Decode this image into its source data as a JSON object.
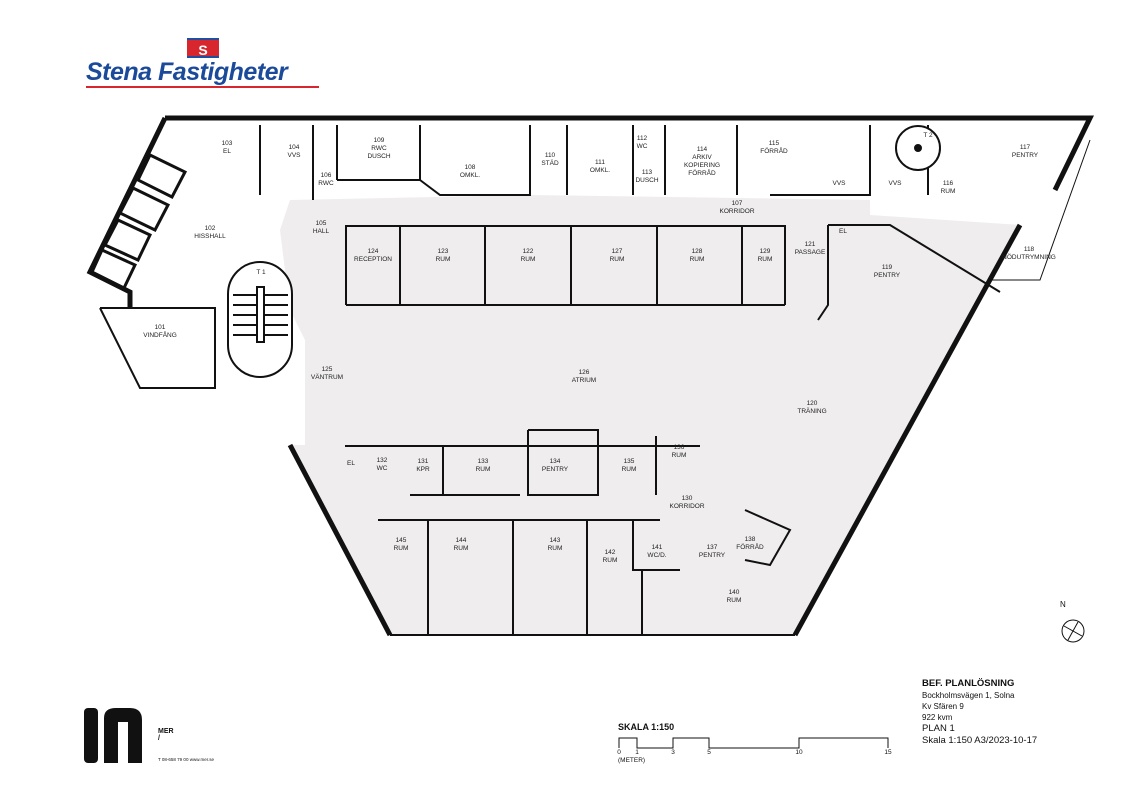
{
  "brand": {
    "flag_letter": "S",
    "name": "Stena Fastigheter",
    "color": "#1c4a9a",
    "accent": "#d8262e"
  },
  "rooms": [
    {
      "num": "101",
      "name": "VINDFÅNG"
    },
    {
      "num": "102",
      "name": "HISSHALL"
    },
    {
      "num": "103",
      "name": "EL"
    },
    {
      "num": "104",
      "name": "VVS"
    },
    {
      "num": "105",
      "name": "HALL"
    },
    {
      "num": "106",
      "name": "RWC"
    },
    {
      "num": "107",
      "name": "KORRIDOR"
    },
    {
      "num": "108",
      "name": "OMKL."
    },
    {
      "num": "109",
      "name": "RWC\nDUSCH"
    },
    {
      "num": "110",
      "name": "STÄD"
    },
    {
      "num": "111",
      "name": "OMKL."
    },
    {
      "num": "112",
      "name": "WC"
    },
    {
      "num": "113",
      "name": "DUSCH"
    },
    {
      "num": "114",
      "name": "ARKIV\nKOPIERING\nFÖRRÅD"
    },
    {
      "num": "115",
      "name": "FÖRRÅD"
    },
    {
      "num": "116",
      "name": "RUM"
    },
    {
      "num": "117",
      "name": "PENTRY"
    },
    {
      "num": "118",
      "name": "NÖDUTRYMNING"
    },
    {
      "num": "119",
      "name": "PENTRY"
    },
    {
      "num": "120",
      "name": "TRÄNING"
    },
    {
      "num": "121",
      "name": "PASSAGE"
    },
    {
      "num": "122",
      "name": "RUM"
    },
    {
      "num": "123",
      "name": "RUM"
    },
    {
      "num": "124",
      "name": "RECEPTION"
    },
    {
      "num": "125",
      "name": "VÄNTRUM"
    },
    {
      "num": "126",
      "name": "ATRIUM"
    },
    {
      "num": "127",
      "name": "RUM"
    },
    {
      "num": "128",
      "name": "RUM"
    },
    {
      "num": "129",
      "name": "RUM"
    },
    {
      "num": "130",
      "name": "KORRIDOR"
    },
    {
      "num": "131",
      "name": "KPR"
    },
    {
      "num": "132",
      "name": "WC"
    },
    {
      "num": "133",
      "name": "RUM"
    },
    {
      "num": "134",
      "name": "PENTRY"
    },
    {
      "num": "135",
      "name": "RUM"
    },
    {
      "num": "136",
      "name": "RUM"
    },
    {
      "num": "137",
      "name": "PENTRY"
    },
    {
      "num": "138",
      "name": "FÖRRÅD"
    },
    {
      "num": "140",
      "name": "RUM"
    },
    {
      "num": "141",
      "name": "WC/D."
    },
    {
      "num": "142",
      "name": "RUM"
    },
    {
      "num": "143",
      "name": "RUM"
    },
    {
      "num": "144",
      "name": "RUM"
    },
    {
      "num": "145",
      "name": "RUM"
    }
  ],
  "other_labels": [
    "T 1",
    "T 2",
    "VVS",
    "VVS",
    "EL",
    "EL"
  ],
  "mer": {
    "name": "MER /",
    "contact": "T 08-658 79 00   www.mer.se"
  },
  "scale": {
    "title": "SKALA 1:150",
    "ticks": [
      "0",
      "1",
      "3",
      "5",
      "10",
      "15"
    ],
    "unit": "(METER)"
  },
  "info": {
    "title": "BEF. PLANLÖSNING",
    "address": "Bockholmsvägen 1, Solna",
    "property": "Kv Sfären 9",
    "area": "922 kvm",
    "plan": "PLAN 1",
    "scale_date": "Skala 1:150 A3/2023-10-17"
  },
  "north_label": "N"
}
